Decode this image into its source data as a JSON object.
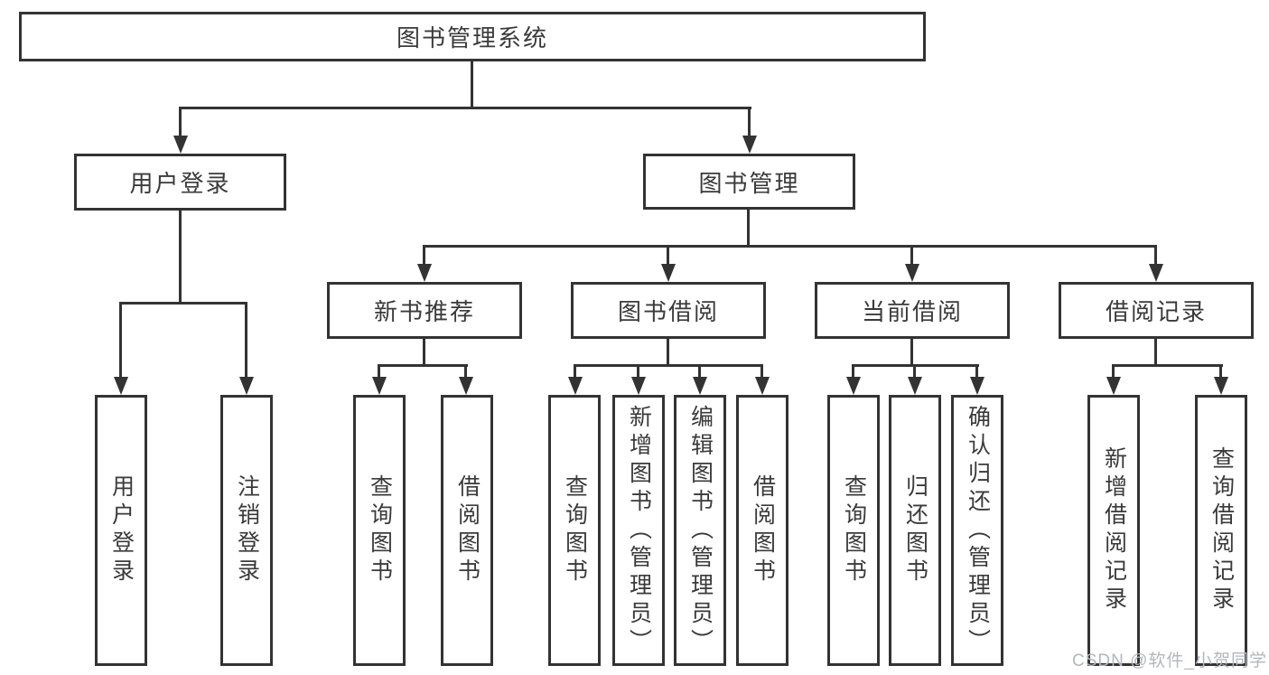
{
  "diagram": {
    "root": {
      "label": "图书管理系统"
    },
    "level2": {
      "user_login": {
        "label": "用户登录"
      },
      "book_management": {
        "label": "图书管理"
      }
    },
    "level3": {
      "new_book_recommend": {
        "label": "新书推荐"
      },
      "book_borrow": {
        "label": "图书借阅"
      },
      "current_borrow": {
        "label": "当前借阅"
      },
      "borrow_record": {
        "label": "借阅记录"
      }
    },
    "leaves": {
      "user_login": [
        "用户登录",
        "注销登录"
      ],
      "new_book_recommend": [
        "查询图书",
        "借阅图书"
      ],
      "book_borrow": [
        "查询图书",
        "新增图书（管理员）",
        "编辑图书（管理员）",
        "借阅图书"
      ],
      "current_borrow": [
        "查询图书",
        "归还图书",
        "确认归还（管理员）"
      ],
      "borrow_record": [
        "新增借阅记录",
        "查询借阅记录"
      ]
    }
  },
  "watermark": {
    "text": "CSDN @软件_小贺同学"
  },
  "colors": {
    "line": "#333333",
    "text": "#3a3a3a",
    "background": "#ffffff",
    "watermark": "#b2b6bd"
  }
}
